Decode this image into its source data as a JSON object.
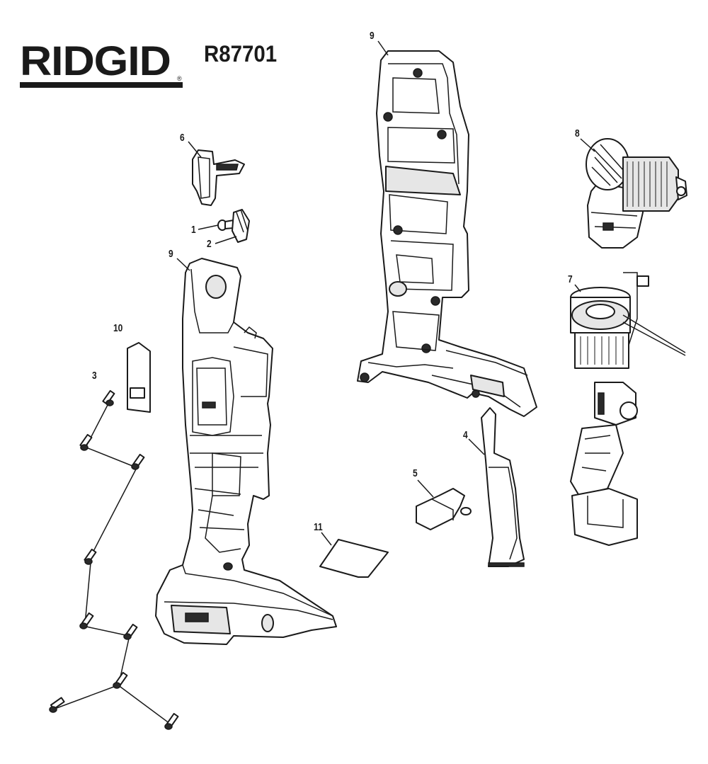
{
  "brand": {
    "logo_text": "RIDGID",
    "model": "R87701"
  },
  "callouts": {
    "c1": "1",
    "c2": "2",
    "c3": "3",
    "c4": "4",
    "c5": "5",
    "c6": "6",
    "c7": "7",
    "c8": "8",
    "c9a": "9",
    "c9b": "9",
    "c10": "10",
    "c11": "11"
  }
}
